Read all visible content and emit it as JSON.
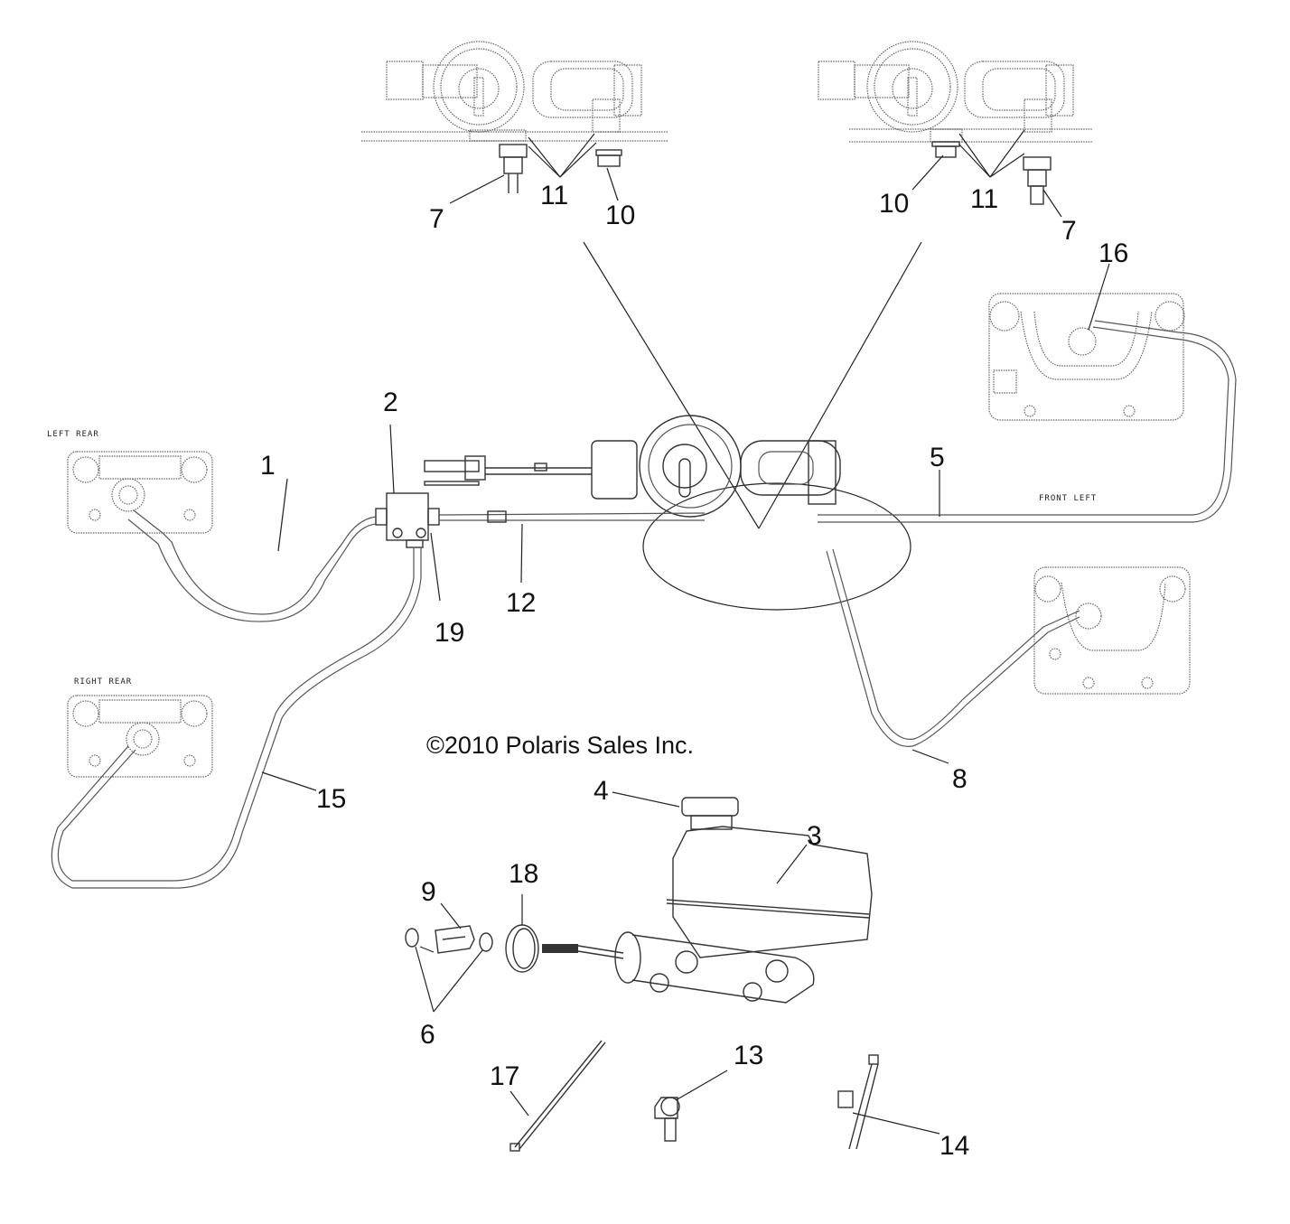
{
  "diagram": {
    "type": "exploded-parts-diagram",
    "copyright": "©2010 Polaris Sales Inc.",
    "location_labels": {
      "left_rear": "LEFT REAR",
      "right_rear": "RIGHT REAR",
      "front_left": "FRONT LEFT"
    },
    "callouts": [
      {
        "id": "c1",
        "label": "1"
      },
      {
        "id": "c2",
        "label": "2"
      },
      {
        "id": "c3",
        "label": "3"
      },
      {
        "id": "c4",
        "label": "4"
      },
      {
        "id": "c5",
        "label": "5"
      },
      {
        "id": "c6",
        "label": "6"
      },
      {
        "id": "c7a",
        "label": "7"
      },
      {
        "id": "c7b",
        "label": "7"
      },
      {
        "id": "c8",
        "label": "8"
      },
      {
        "id": "c9",
        "label": "9"
      },
      {
        "id": "c10a",
        "label": "10"
      },
      {
        "id": "c10b",
        "label": "10"
      },
      {
        "id": "c11a",
        "label": "11"
      },
      {
        "id": "c11b",
        "label": "11"
      },
      {
        "id": "c12",
        "label": "12"
      },
      {
        "id": "c13",
        "label": "13"
      },
      {
        "id": "c14",
        "label": "14"
      },
      {
        "id": "c15",
        "label": "15"
      },
      {
        "id": "c16",
        "label": "16"
      },
      {
        "id": "c17",
        "label": "17"
      },
      {
        "id": "c18",
        "label": "18"
      },
      {
        "id": "c19",
        "label": "19"
      }
    ],
    "parts": [
      {
        "callout": "1",
        "name": "brake-line-left-rear"
      },
      {
        "callout": "2",
        "name": "brake-tee-junction-block"
      },
      {
        "callout": "3",
        "name": "master-cylinder"
      },
      {
        "callout": "4",
        "name": "reservoir-cap"
      },
      {
        "callout": "5",
        "name": "brake-line-front-left"
      },
      {
        "callout": "6",
        "name": "nuts"
      },
      {
        "callout": "7",
        "name": "brake-light-switch"
      },
      {
        "callout": "8",
        "name": "brake-line-front-right"
      },
      {
        "callout": "9",
        "name": "clevis"
      },
      {
        "callout": "10",
        "name": "plug-bolt"
      },
      {
        "callout": "11",
        "name": "crush-washers"
      },
      {
        "callout": "12",
        "name": "brake-line-rear-main"
      },
      {
        "callout": "13",
        "name": "line-clip"
      },
      {
        "callout": "14",
        "name": "cable-tie-with-clip"
      },
      {
        "callout": "15",
        "name": "brake-line-right-rear"
      },
      {
        "callout": "16",
        "name": "banjo-bolt"
      },
      {
        "callout": "17",
        "name": "cable-tie"
      },
      {
        "callout": "18",
        "name": "boot"
      },
      {
        "callout": "19",
        "name": "bleeder-screw"
      }
    ]
  }
}
